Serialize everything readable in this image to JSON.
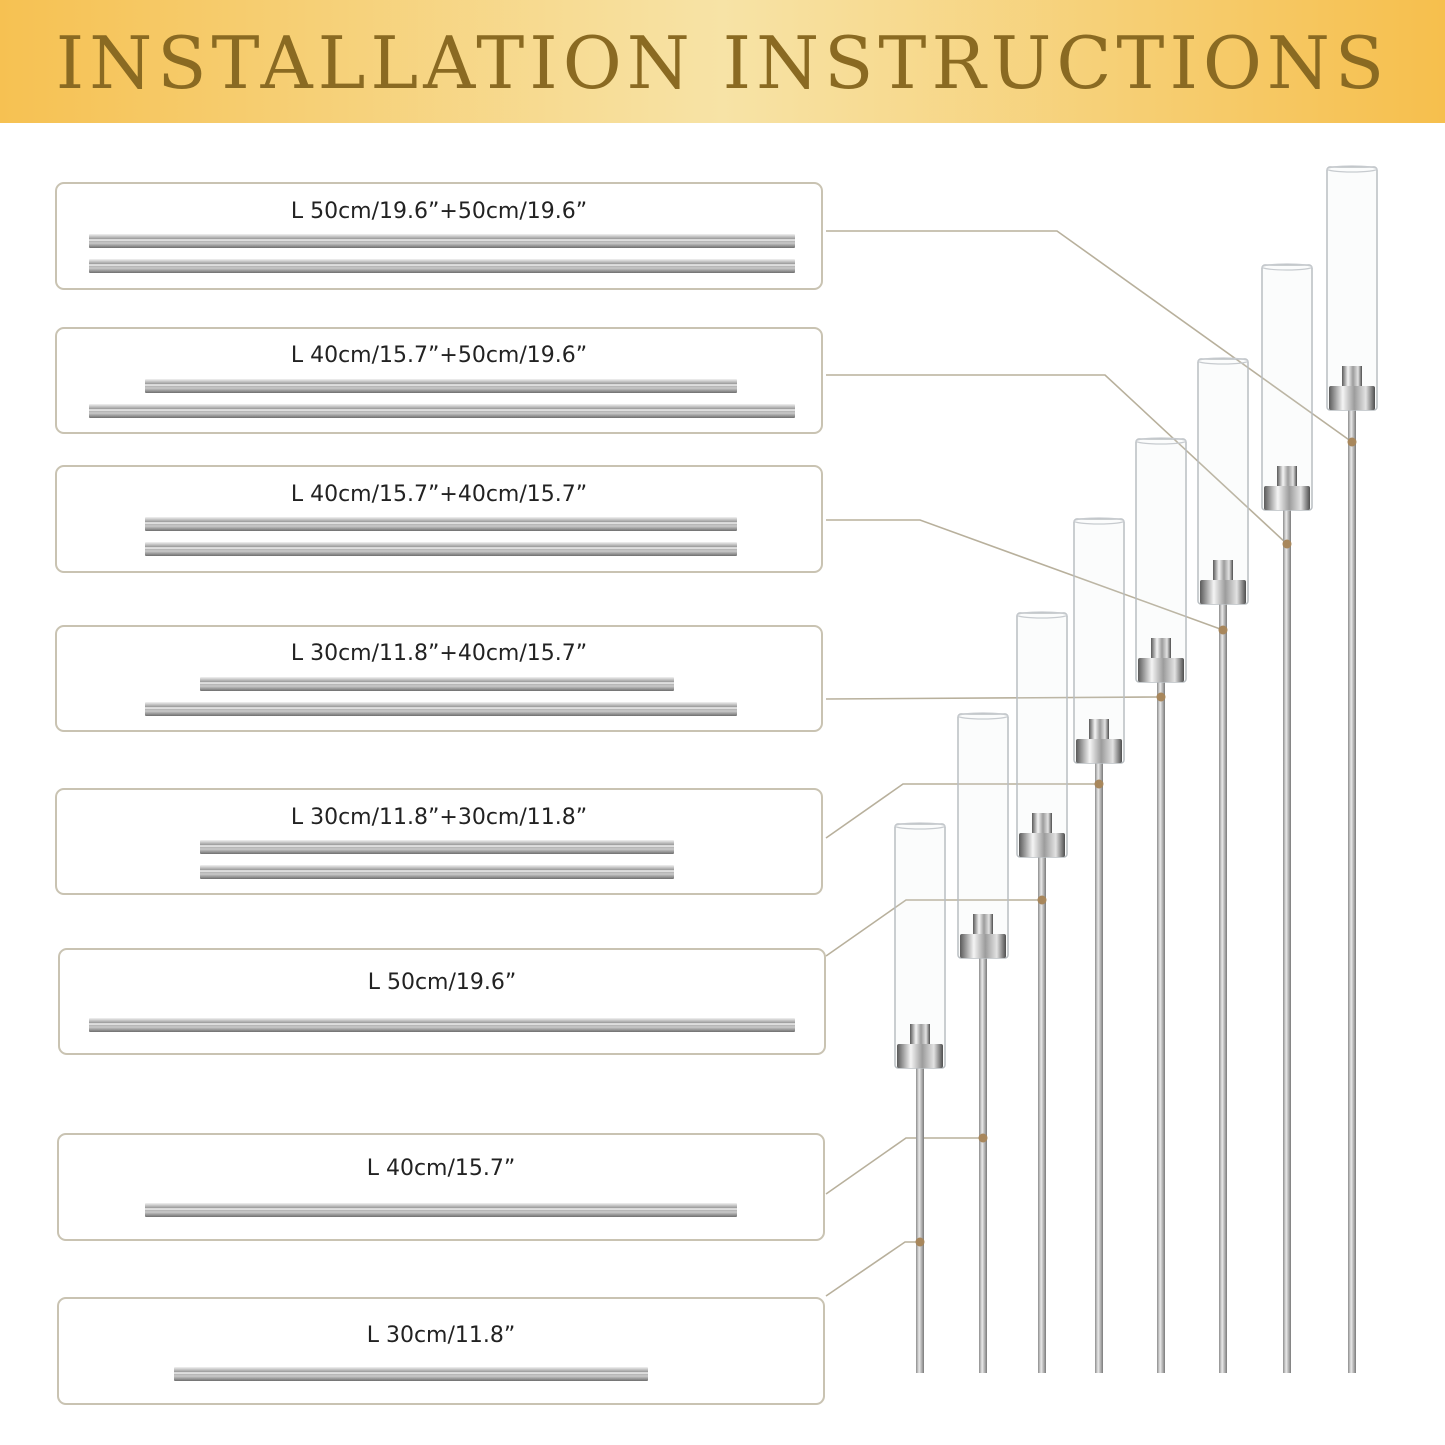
{
  "header": {
    "title": "INSTALLATION INSTRUCTIONS"
  },
  "colors": {
    "banner_left": "#f6c152",
    "banner_mid": "#f7e3a6",
    "title": "#8a6a22",
    "leader": "#b8b09c",
    "dot": "#a8875c"
  },
  "options": [
    {
      "label": "L 50cm/19.6”+50cm/19.6”",
      "rods": [
        50,
        50
      ]
    },
    {
      "label": "L 40cm/15.7”+50cm/19.6”",
      "rods": [
        40,
        50
      ]
    },
    {
      "label": "L 40cm/15.7”+40cm/15.7”",
      "rods": [
        40,
        40
      ]
    },
    {
      "label": "L 30cm/11.8”+40cm/15.7”",
      "rods": [
        30,
        40
      ]
    },
    {
      "label": "L 30cm/11.8”+30cm/11.8”",
      "rods": [
        30,
        30
      ]
    },
    {
      "label": "L 50cm/19.6”",
      "rods": [
        50
      ]
    },
    {
      "label": "L 40cm/15.7”",
      "rods": [
        40
      ]
    },
    {
      "label": "L 30cm/11.8”",
      "rods": [
        30
      ]
    }
  ]
}
